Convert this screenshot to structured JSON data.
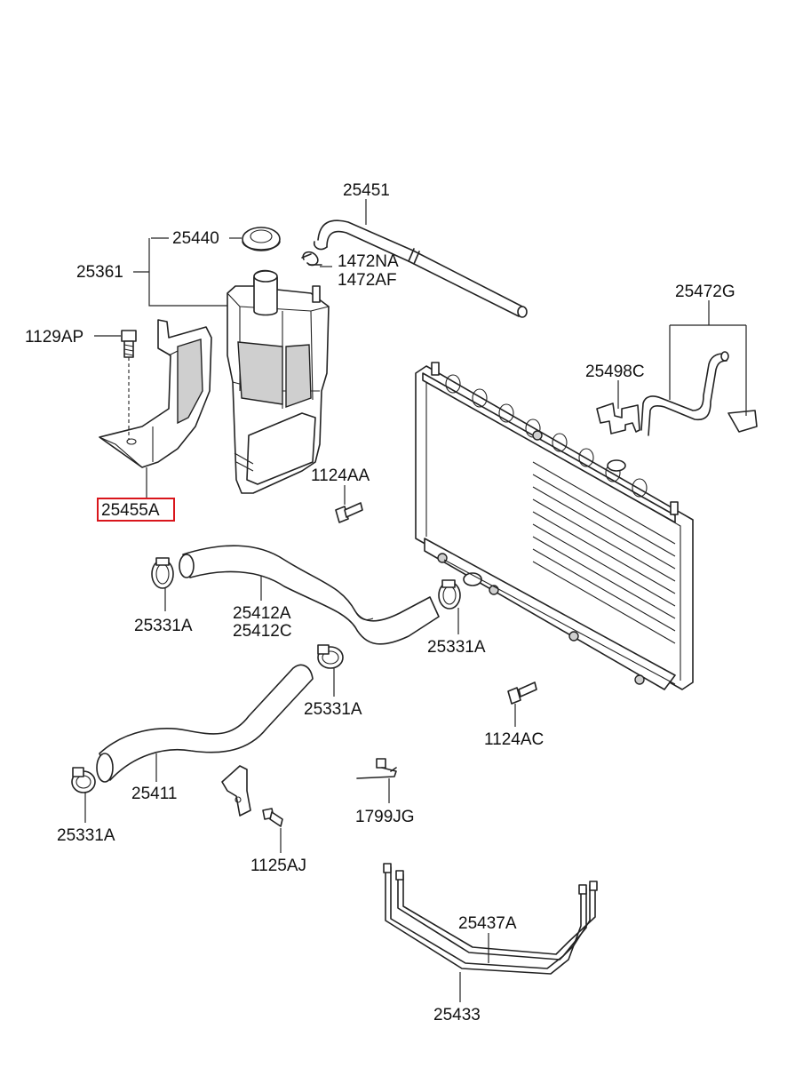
{
  "diagram": {
    "labels": {
      "p25451": "25451",
      "p25440": "25440",
      "p25361": "25361",
      "p1472NA": "1472NA",
      "p1472AF": "1472AF",
      "p25472G": "25472G",
      "p1129AP": "1129AP",
      "p25498C": "25498C",
      "p1124AA": "1124AA",
      "p25455A": "25455A",
      "p25331A_1": "25331A",
      "p25412A": "25412A",
      "p25412C": "25412C",
      "p25331A_2": "25331A",
      "p25331A_3": "25331A",
      "p1124AC": "1124AC",
      "p25411": "25411",
      "p25331A_4": "25331A",
      "p1799JG": "1799JG",
      "p1125AJ": "1125AJ",
      "p25437A": "25437A",
      "p25433": "25433"
    },
    "highlighted_part": "25455A",
    "highlight_color": "#d9161c"
  }
}
